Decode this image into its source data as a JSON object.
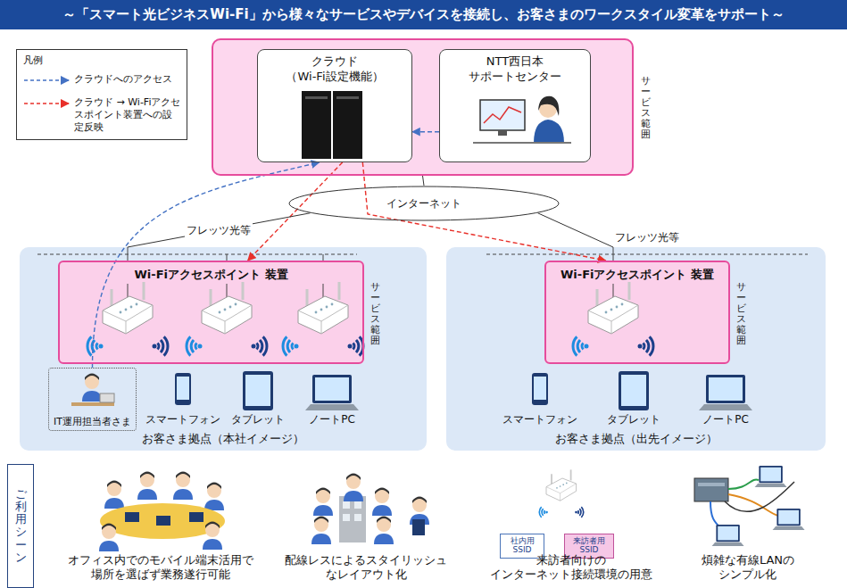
{
  "diagram": {
    "title": "～「スマート光ビジネスWi-Fi」から様々なサービスやデバイスを接続し、お客さまのワークスタイル変革をサポート～",
    "nodes": [
      {
        "text": [
          "サービス範囲"
        ]
      },
      {
        "text": [
          "クラウド （Wi-Fi設定機能）"
        ],
        "in": 0
      },
      {
        "text": [
          "NTT西日本 サポートセンター"
        ],
        "in": 0
      },
      {
        "text": [
          "インターネット"
        ]
      },
      {
        "text": [
          "お客さま拠点（本社イメージ）"
        ]
      },
      {
        "text": [
          "Wi-Fiアクセスポイント 装置",
          "サービス範囲"
        ],
        "in": 4
      },
      {
        "text": [
          "IT運用担当者さま"
        ],
        "in": 4
      },
      {
        "text": [
          "お客さま拠点（出先イメージ）"
        ]
      },
      {
        "text": [
          "Wi-Fiアクセスポイント 装置",
          "サービス範囲"
        ],
        "in": 7
      },
      {
        "text": [
          "ご利用シーン"
        ]
      },
      {
        "text": [
          "社内用 SSID"
        ]
      },
      {
        "text": [
          "来訪者用 SSID"
        ]
      }
    ],
    "edges": [
      {
        "from": 2,
        "to": 1,
        "arrow": "to"
      },
      {
        "from": 6,
        "to": 1,
        "arrow": "to"
      },
      {
        "from": 1,
        "to": 5,
        "arrow": "to"
      },
      {
        "from": 1,
        "to": 8,
        "arrow": "to"
      },
      {
        "from": 3,
        "to": 0,
        "arrow": "none"
      },
      {
        "from": 3,
        "to": 4,
        "label": "フレッツ光等",
        "arrow": "none"
      },
      {
        "from": 3,
        "to": 7,
        "label": "フレッツ光等",
        "arrow": "none"
      }
    ],
    "labels": [
      "凡例",
      "スマートフォン",
      "タブレット",
      "ノートPC",
      "スマートフォン",
      "タブレット",
      "ノートPC",
      "オフィス内でのモバイル端末活用で 場所を選ばず業務遂行可能",
      "配線レスによるスタイリッシュ なレイアウト化",
      "来訪者向けの インターネット接続環境の用意",
      "煩雑な有線LANの シンプル化"
    ],
    "legend": [
      {
        "text": "クラウドへのアクセス"
      },
      {
        "text": "クラウド → Wi-Fiアクセスポイント装置への設定反映"
      }
    ]
  }
}
